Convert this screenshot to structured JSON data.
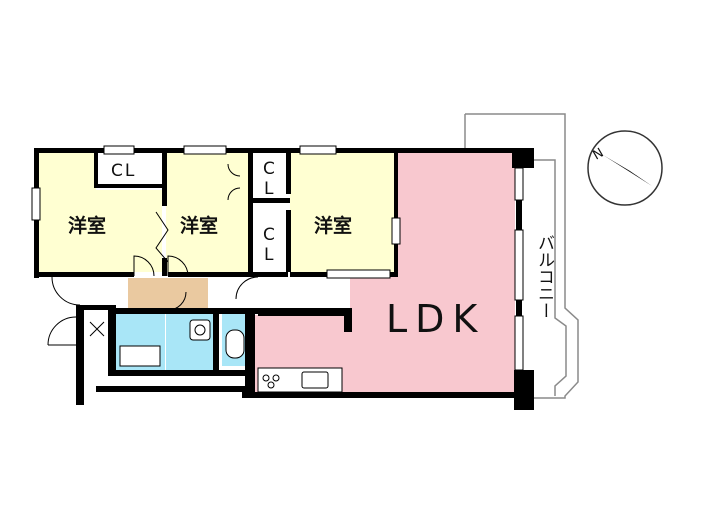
{
  "rooms": {
    "western_1": "洋室",
    "western_2": "洋室",
    "western_3": "洋室",
    "ldk": "LDK",
    "balcony": "バルコニー"
  },
  "closets": {
    "cl_1": "CL",
    "cl_2a": "C",
    "cl_2b": "L",
    "cl_3a": "C",
    "cl_3b": "L"
  },
  "compass": {
    "north": "N"
  },
  "colors": {
    "western": "#ffffd2",
    "ldk": "#f8c8cf",
    "bath": "#a9e6f7",
    "hall": "#eac9a0",
    "wall": "#000000",
    "balcony_outline": "#888888"
  }
}
